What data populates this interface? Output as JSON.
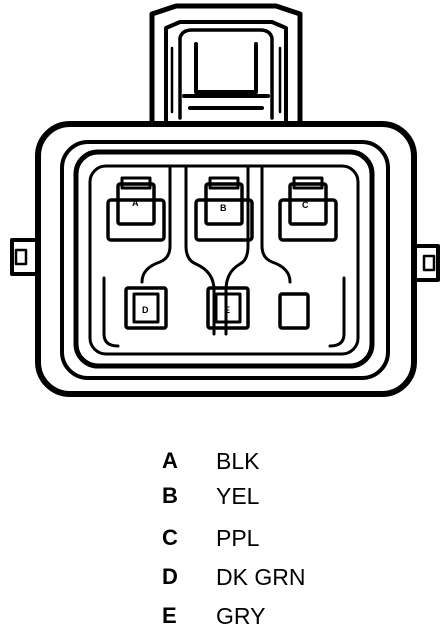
{
  "connector": {
    "pin_labels": [
      "A",
      "B",
      "C",
      "D",
      "E"
    ]
  },
  "legend": [
    {
      "pin": "A",
      "color": "BLK"
    },
    {
      "pin": "B",
      "color": "YEL"
    },
    {
      "pin": "C",
      "color": "PPL"
    },
    {
      "pin": "D",
      "color": "DK GRN"
    },
    {
      "pin": "E",
      "color": "GRY"
    }
  ]
}
